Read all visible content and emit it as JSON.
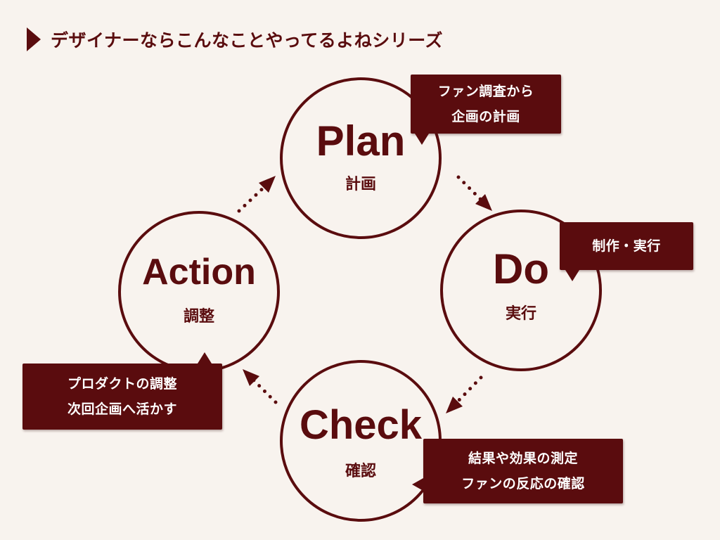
{
  "header": {
    "title": "デザイナーならこんなことやってるよねシリーズ"
  },
  "cycle": {
    "plan": {
      "title": "Plan",
      "subtitle": "計画",
      "note_lines": [
        "ファン調査から",
        "企画の計画"
      ]
    },
    "do": {
      "title": "Do",
      "subtitle": "実行",
      "note_lines": [
        "制作・実行"
      ]
    },
    "check": {
      "title": "Check",
      "subtitle": "確認",
      "note_lines": [
        "結果や効果の測定",
        "ファンの反応の確認"
      ]
    },
    "action": {
      "title": "Action",
      "subtitle": "調整",
      "note_lines": [
        "プロダクトの調整",
        "次回企画へ活かす"
      ]
    }
  },
  "colors": {
    "accent": "#5a0c0e",
    "background": "#f8f3ee",
    "callout_text": "#ffffff"
  }
}
